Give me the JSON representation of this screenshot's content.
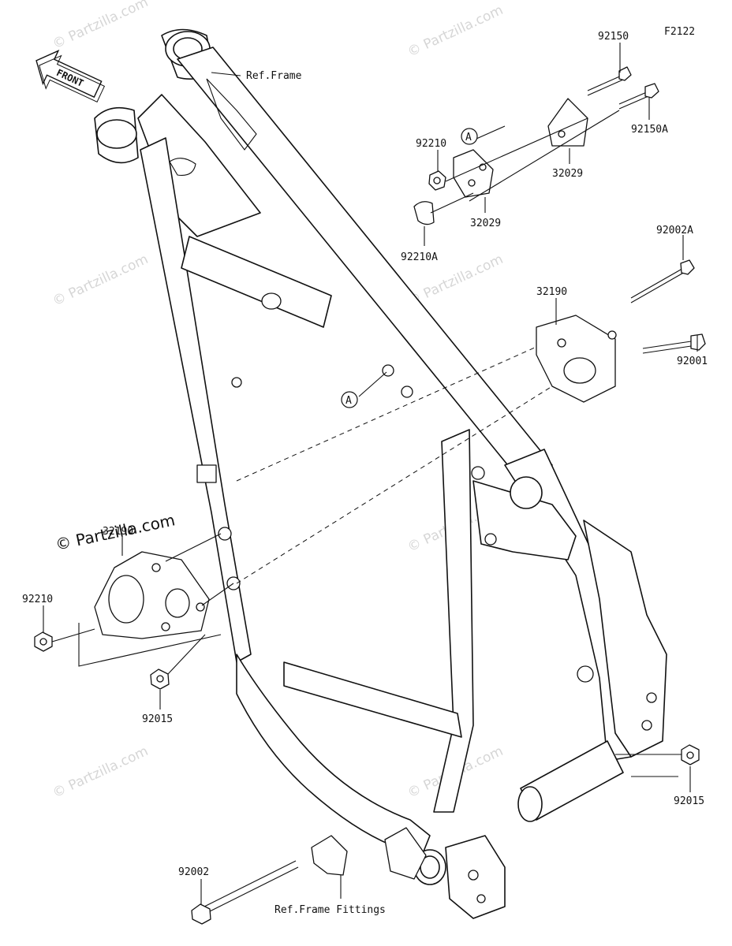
{
  "diagram": {
    "code": "F2122",
    "watermark": "© Partzilla.com",
    "brand": "© Partzilla.com",
    "front_label": "FRONT",
    "callout_letter": "A",
    "labels": {
      "ref_frame": "Ref.Frame",
      "ref_frame_fittings": "Ref.Frame Fittings",
      "p92150": "92150",
      "p92150A": "92150A",
      "p92210_top": "92210",
      "p92210A": "92210A",
      "p32029_a": "32029",
      "p32029_b": "32029",
      "p92002A": "92002A",
      "p32190_top": "32190",
      "p92001": "92001",
      "p32190_left": "32190",
      "p92210_left": "92210",
      "p92015_left": "92015",
      "p92015_right": "92015",
      "p92002": "92002"
    }
  }
}
